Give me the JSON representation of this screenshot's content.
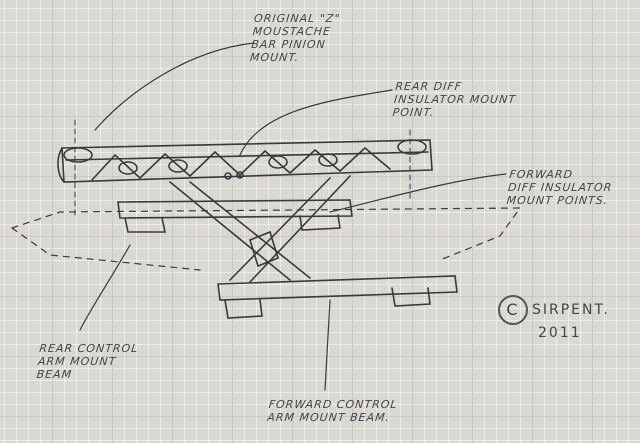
{
  "labels": {
    "pinion_mount": "ORIGINAL \"Z\"\nMOUSTACHE\nBAR PINION\nMOUNT.",
    "rear_diff": "REAR DIFF\nINSULATOR MOUNT\nPOINT.",
    "forward_diff": "FORWARD\nDIFF INSULATOR\nMOUNT POINTS.",
    "rear_beam": "REAR CONTROL\nARM MOUNT\nBEAM",
    "forward_beam": "FORWARD CONTROL\nARM MOUNT BEAM."
  },
  "signature": {
    "symbol": "C",
    "name": "SIRPENT.",
    "year": "2011"
  },
  "colors": {
    "pencil": "#3a3a3a",
    "paper": "#d9d8d3"
  }
}
